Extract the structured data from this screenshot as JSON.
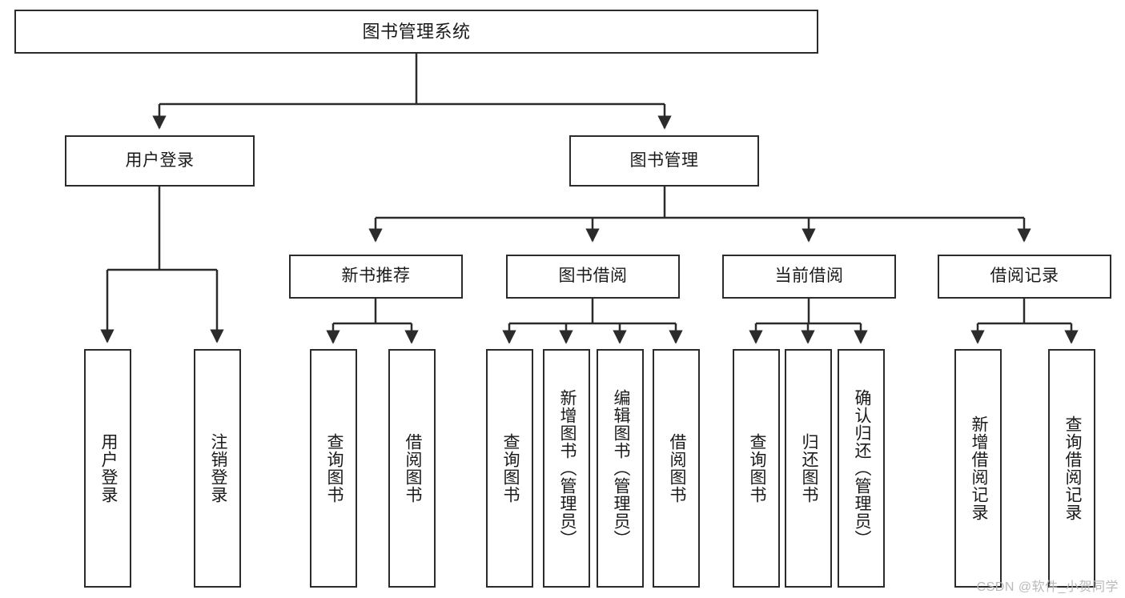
{
  "diagram": {
    "title": "图书管理系统",
    "type": "tree-hierarchy-chart",
    "watermark": "CSDN @软件_小贺同学",
    "stroke_color": "#2b2b2b",
    "fill_color": "#ffffff",
    "text_color": "#1a1a1a",
    "watermark_color": "#b9b9b9"
  },
  "nodes": {
    "root": {
      "label": "图书管理系统"
    },
    "level2": [
      {
        "label": "用户登录"
      },
      {
        "label": "图书管理"
      }
    ],
    "level3": [
      {
        "label": "新书推荐"
      },
      {
        "label": "图书借阅"
      },
      {
        "label": "当前借阅"
      },
      {
        "label": "借阅记录"
      }
    ],
    "leaves_user_login": [
      {
        "label": "用户登录"
      },
      {
        "label": "注销登录"
      }
    ],
    "leaves_new_book": [
      {
        "label": "查询图书"
      },
      {
        "label": "借阅图书"
      }
    ],
    "leaves_borrow": [
      {
        "label": "查询图书"
      },
      {
        "label": "新增图书（管理员）"
      },
      {
        "label": "编辑图书（管理员）"
      },
      {
        "label": "借阅图书"
      }
    ],
    "leaves_current": [
      {
        "label": "查询图书"
      },
      {
        "label": "归还图书"
      },
      {
        "label": "确认归还（管理员）"
      }
    ],
    "leaves_record": [
      {
        "label": "新增借阅记录"
      },
      {
        "label": "查询借阅记录"
      }
    ]
  }
}
